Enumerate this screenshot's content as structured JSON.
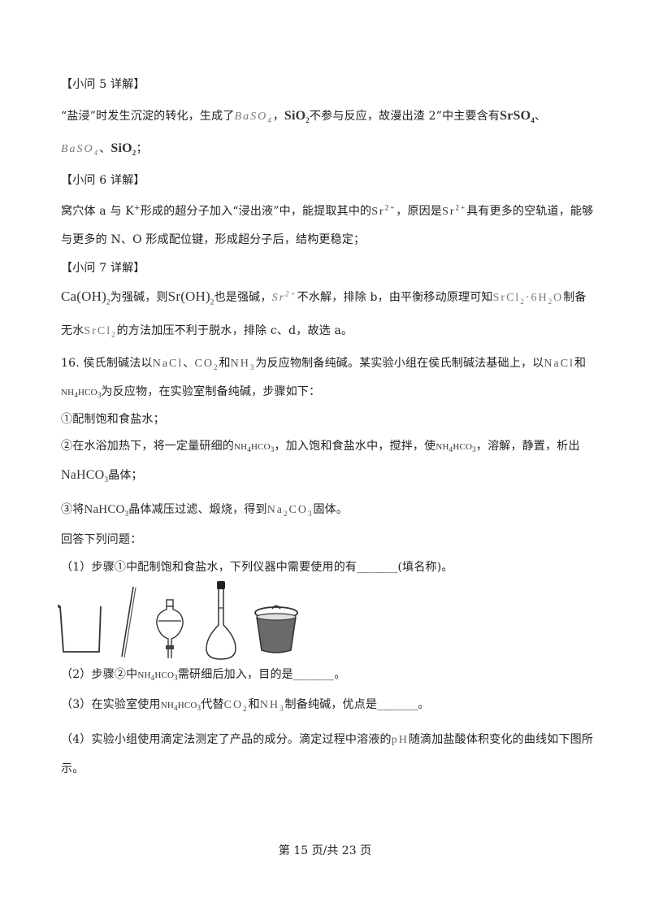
{
  "sections": {
    "q5": {
      "heading": "【小问 5 详解】",
      "line1": [
        "“盐浸”时发生沉淀的转化，生成了",
        "BaSO",
        "4",
        "，",
        "SiO",
        "2",
        "不参与反应，故漫出渣 2”中主要含有",
        "SrSO",
        "4",
        "、"
      ],
      "line2": [
        "BaSO",
        "4",
        "、",
        "SiO",
        "2",
        "；"
      ]
    },
    "q6": {
      "heading": "【小问 6 详解】",
      "line1": [
        "窝穴体 a 与 K",
        "+",
        "形成的超分子加入“浸出液”中，能提取其中的",
        "Sr",
        "2+",
        "，原因是",
        "Sr",
        "2+",
        "具有更多的空轨道，能够"
      ],
      "line2": "与更多的 N、O 形成配位键，形成超分子后，结构更稳定；"
    },
    "q7": {
      "heading": "【小问 7 详解】",
      "line1": [
        "Ca(OH)",
        "2",
        "为强碱，则",
        "Sr(OH)",
        "2",
        "也是强碱，",
        "Sr",
        "2+",
        "不水解，排除 b，由平衡移动原理可知",
        "SrCl",
        "2",
        "·6H",
        "2",
        "O",
        "制备"
      ],
      "line2": [
        "无水",
        "SrCl",
        "2",
        "的方法加压不利于脱水，排除 c、d，故选 a。"
      ]
    }
  },
  "q16": {
    "intro1": [
      "16. 侯氏制碱法以",
      "NaCl",
      "、",
      "CO",
      "2",
      "和",
      "NH",
      "3",
      "为反应物制备纯碱。某实验小组在侯氏制碱法基础上，以",
      "NaCl",
      "和"
    ],
    "intro2": [
      "NH",
      "4",
      "HCO",
      "3",
      "为反应物，在实验室制备纯碱，步骤如下："
    ],
    "step1": "①配制饱和食盐水；",
    "step2a": [
      "②在水浴加热下，将一定量研细的",
      "NH",
      "4",
      "HCO",
      "3",
      "，加入饱和食盐水中，搅拌，使",
      "NH",
      "4",
      "HCO",
      "3",
      "，溶解，静置，析出"
    ],
    "step2b": [
      "NaHCO",
      "3",
      "晶体；"
    ],
    "step3": [
      "③将",
      "NaHCO",
      "3",
      "晶体减压过滤、煅烧，得到",
      "Na",
      "2",
      "CO",
      "3",
      "固体。"
    ],
    "answer_prompt": "回答下列问题：",
    "sub1": "（1）步骤①中配制饱和食盐水，下列仪器中需要使用的有_______(填名称)。",
    "apparatus_icons": [
      "beaker-icon",
      "glass-rod-icon",
      "separatory-funnel-icon",
      "volumetric-flask-icon",
      "crucible-icon"
    ],
    "sub2": [
      "（2）步骤②中",
      "NH",
      "4",
      "HCO",
      "3",
      "需研细后加入，目的是_______。"
    ],
    "sub3": [
      "（3）在实验室使用",
      "NH",
      "4",
      "HCO",
      "3",
      "代替",
      "CO",
      "2",
      "和",
      "NH",
      "3",
      "制备纯碱，优点是_______。"
    ],
    "sub4a": [
      "（4）实验小组使用滴定法测定了产品的成分。滴定过程中溶液的",
      "pH",
      "随滴加盐酸体积变化的曲线如下图所"
    ],
    "sub4b": "示。"
  },
  "footer": "第 15 页/共 23 页"
}
